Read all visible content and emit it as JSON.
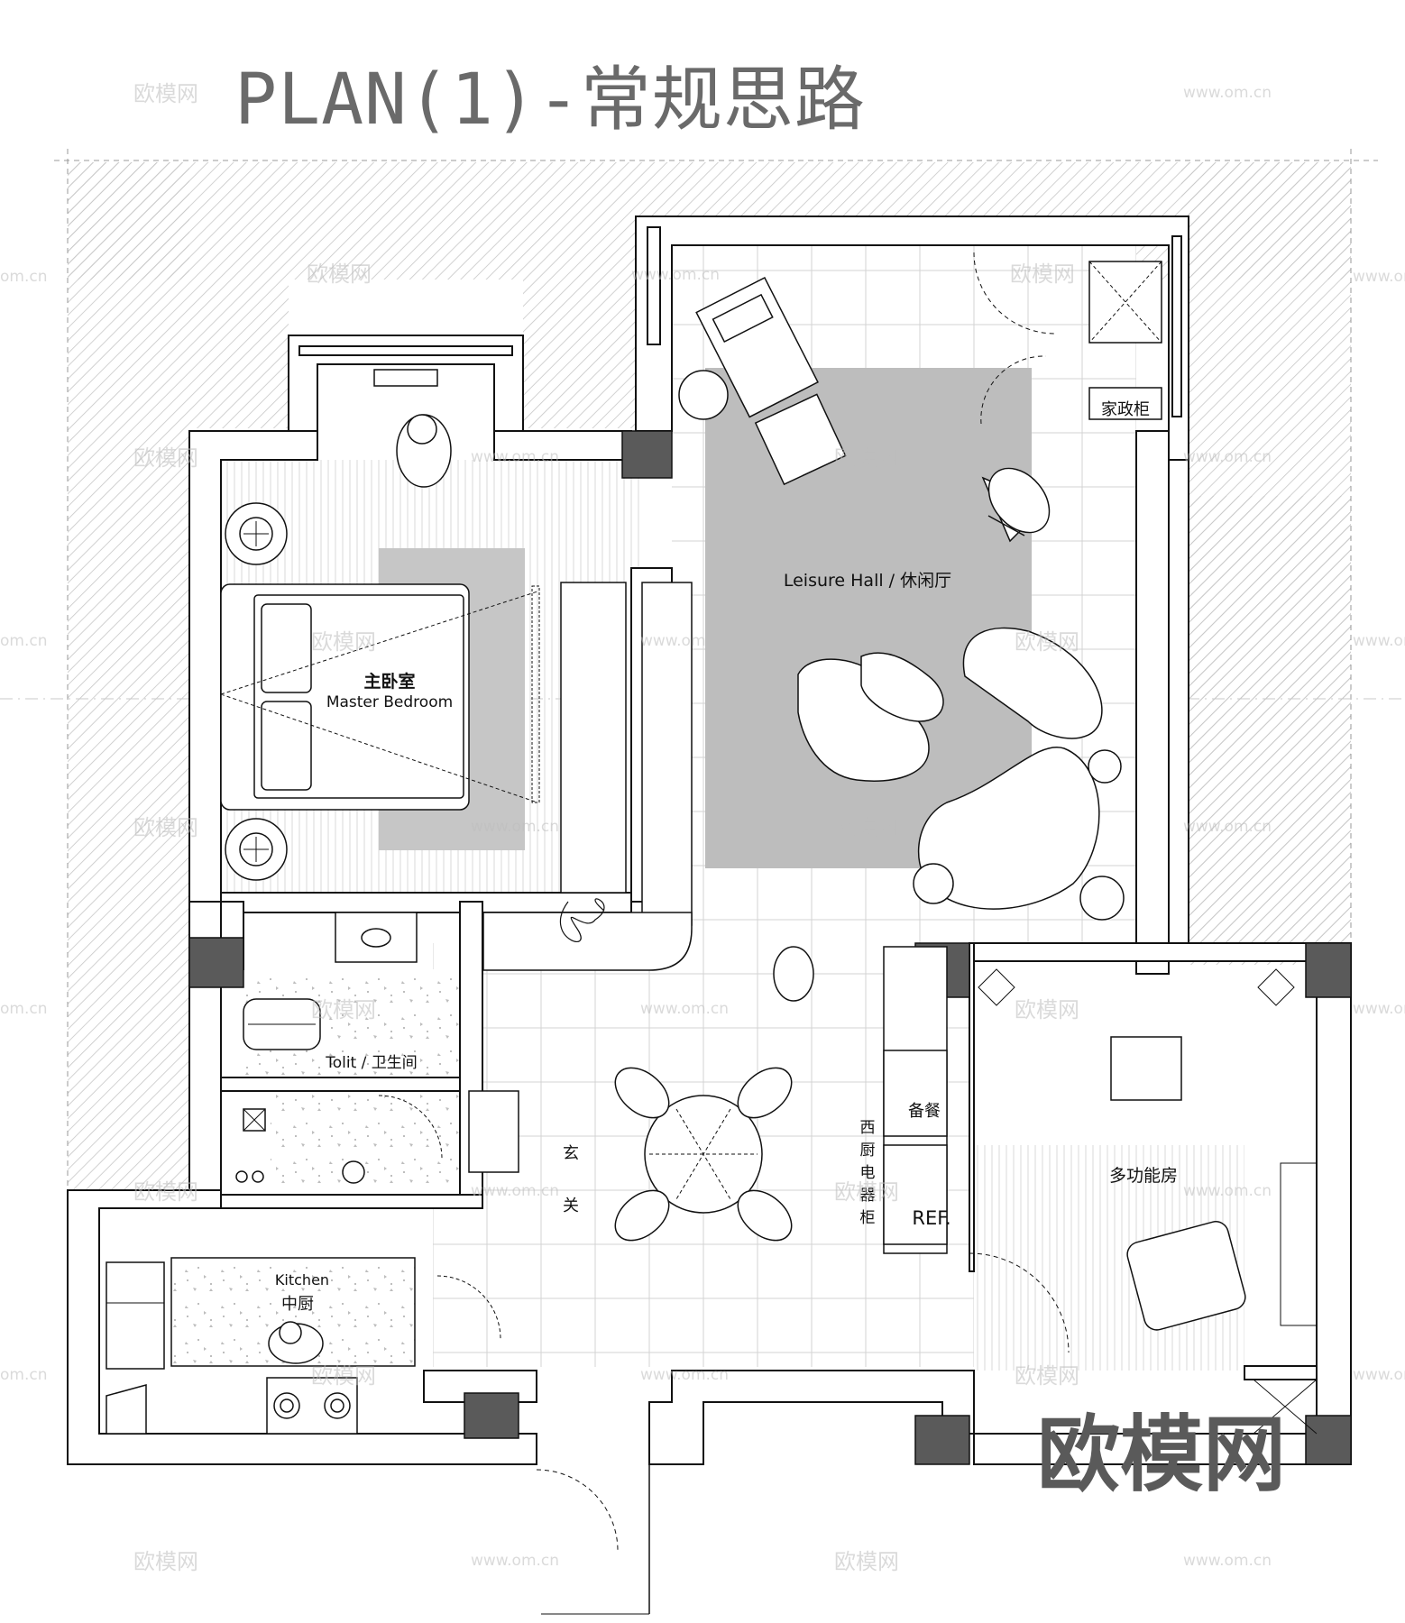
{
  "title": "PLAN(1)-常规思路",
  "rooms": {
    "master_bedroom_cn": "主卧室",
    "master_bedroom_en": "Master Bedroom",
    "leisure_hall": "Leisure Hall / 休闲厅",
    "housekeeping_cabinet": "家政柜",
    "toilet": "Tolit / 卫生间",
    "entrance_1": "玄",
    "entrance_2": "关",
    "kitchen_en": "Kitchen",
    "kitchen_cn": "中厨",
    "pantry": "备餐",
    "western_kitchen_v": [
      "西",
      "厨",
      "电",
      "器",
      "柜"
    ],
    "refrigerator": "REF.",
    "multi_function_room": "多功能房"
  },
  "watermarks": {
    "small": "欧模网",
    "url": "www.om.cn",
    "url_edge": "om.cn",
    "big": "欧模网"
  },
  "colors": {
    "wall": "#ffffff",
    "wall_stroke": "#111111",
    "hatch": "#c8c8c8",
    "column": "#5a5a5a",
    "rug": "#c4c4c4",
    "leisure_rug": "#bebebe",
    "grid": "#d4d4d4"
  }
}
